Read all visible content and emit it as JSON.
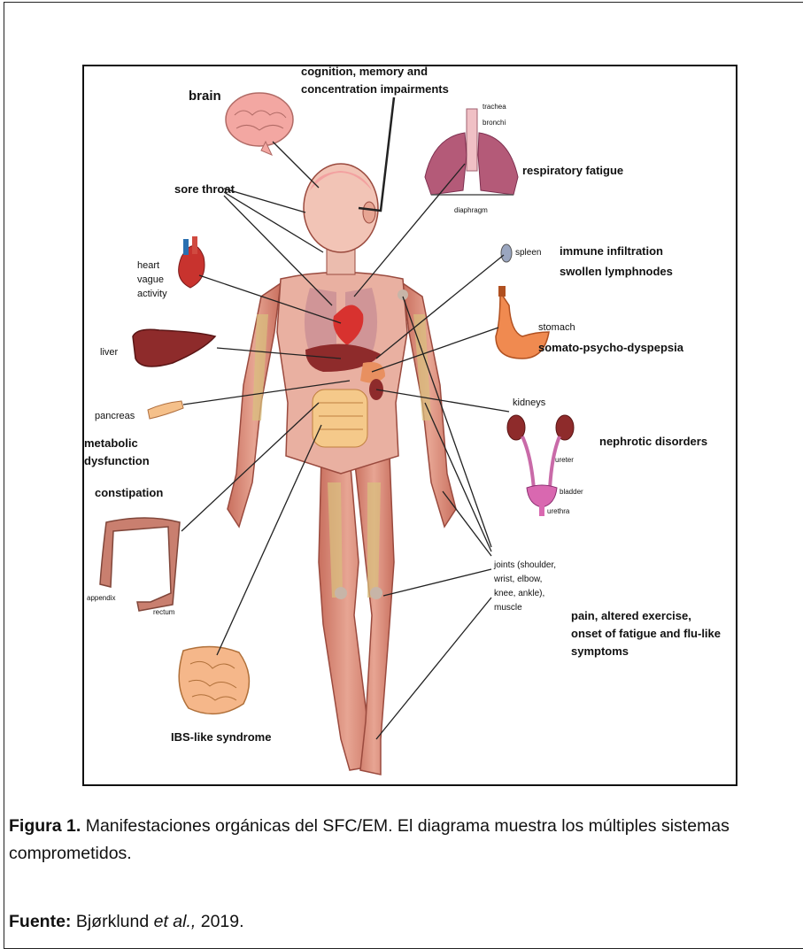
{
  "figure": {
    "labels": {
      "brain": "brain",
      "cognition_1": "cognition, memory and",
      "cognition_2": "concentration impairments",
      "trachea": "trachea",
      "bronchi": "bronchi",
      "diaphragm": "diaphragm",
      "respiratory": "respiratory fatigue",
      "sore_throat": "sore throat",
      "spleen": "spleen",
      "immune_1": "immune infiltration",
      "immune_2": "swollen lymphnodes",
      "heart_1": "heart",
      "heart_2": "vague",
      "heart_3": "activity",
      "stomach": "stomach",
      "dyspepsia": "somato-psycho-dyspepsia",
      "liver": "liver",
      "kidneys": "kidneys",
      "pancreas": "pancreas",
      "metabolic_1": "metabolic",
      "metabolic_2": "dysfunction",
      "nephrotic": "nephrotic disorders",
      "ureter": "ureter",
      "bladder": "bladder",
      "urethra": "urethra",
      "constipation": "constipation",
      "appendix": "appendix",
      "rectum": "rectum",
      "joints_1": "joints (shoulder,",
      "joints_2": "wrist, elbow,",
      "joints_3": "knee, ankle),",
      "joints_4": "muscle",
      "pain_1": "pain, altered exercise,",
      "pain_2": "onset of fatigue and flu-like",
      "pain_3": "symptoms",
      "ibs": "IBS-like syndrome"
    }
  },
  "caption": {
    "label": "Figura 1.",
    "text": " Manifestaciones orgánicas del SFC/EM. El diagrama muestra los múltiples sistemas comprometidos."
  },
  "source": {
    "label": "Fuente:",
    "author": " Bjørklund ",
    "etal": "et al.,",
    "year": " 2019."
  },
  "colors": {
    "body": "#d98a78",
    "muscle": "#c4665a",
    "brain": "#f0a7a3",
    "liver": "#8e2b2b",
    "intestine": "#f5c98a",
    "organ_red": "#c8332e"
  }
}
